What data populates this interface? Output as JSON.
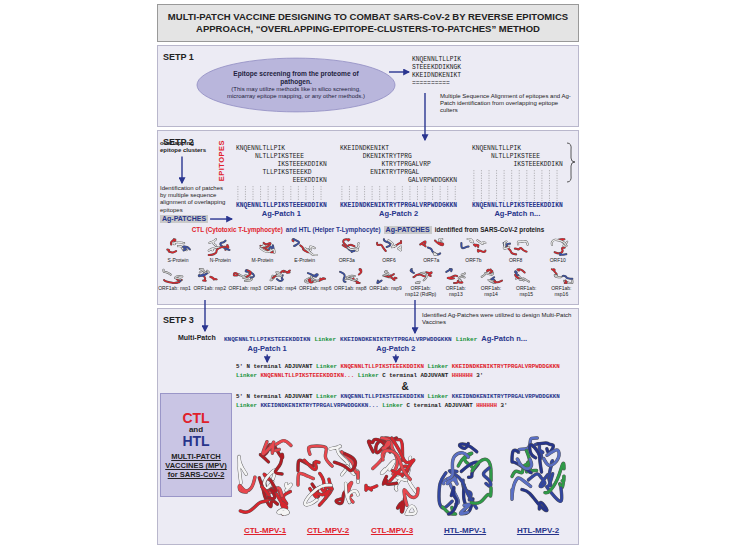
{
  "diagram": {
    "title": "MULTI-PATCH VACCINE DESIGNING TO COMBAT SARS-CoV-2 BY REVERSE EPITOMICS APPROACH, “OVERLAPPING-EPITOPE-CLUSTERS-TO-PATCHES” METHOD",
    "nodes": [
      {
        "text": [
          "SETP 1"
        ]
      },
      {
        "text": [
          "Epitope screening from the proteome of pathogen.",
          "(This may utilize methods like in silico screening, microarray epitope mapping, or any other methods.)"
        ],
        "in": 0
      },
      {
        "text": [
          "SETP 2"
        ]
      },
      {
        "text": [
          "SETP 3"
        ]
      },
      {
        "text": [
          "CTL",
          "and",
          "HTL",
          "MULTI-PATCH VACCINES (MPV) for SARS-CoV-2"
        ],
        "in": 3
      }
    ],
    "labels": [
      "KNQENNLTLLPIK",
      "STEEEKDDIKNGK",
      "KKEIDNDKENIKT",
      "==========",
      "Multiple Sequence Alignment of epitopes and Ag-Patch identification from overlapping epitope culters",
      "overlapping epitope clusters",
      "EPITOPES",
      "KNQENNLTLLPIK",
      "NLTLLPIKSTEEE",
      "IKSTEEEKDDIKN",
      "TLLPIKSTEEEKD",
      "EEEKDDIKN",
      "KKEIDNDKENIKT",
      "DKENIKTRYTPRG",
      "KTRYTPRGALVRP",
      "ENIKTRYTPRGAL",
      "GALVRPWDDGKKN",
      "KNQENNLTLLPIK",
      "NLTLLPIKSTEEE",
      "IKSTEEEKDDIKN",
      "KNQENNLTLLPIKSTEEEKDDIKN",
      "KKEIDNDKENIKTRYTPRGALVRPWDDGKKN",
      "KNQENNLTLLPIKSTEEEKDDIKN",
      "Identification of patches by multiple sequence alignment of overlapping epitopes",
      "Ag-PATCHES",
      "Ag-Patch 1",
      "Ag-Patch 2",
      "Ag-Patch n...",
      "CTL (Cytotoxic T-Lymphocyte)",
      "and HTL (Helper T-Lymphocyte)",
      "Ag-PATCHES",
      "identified from SARS-CoV-2 proteins",
      "S-Protein",
      "N-Protein",
      "M-Protein",
      "E-Protein",
      "ORF3a",
      "ORF6",
      "ORF7a",
      "ORF7b",
      "ORF8",
      "ORF10",
      "ORF1ab: nsp1",
      "ORF1ab: nsp2",
      "ORF1ab: nsp3",
      "ORF1ab: nsp4",
      "ORF1ab: nsp6",
      "ORF1ab: nsp8",
      "ORF1ab: nsp9",
      "ORF1ab: nsp12 (RdRp)",
      "ORF1ab: nsp13",
      "ORF1ab: nsp14",
      "ORF1ab: nsp15",
      "ORF1ab: nsp16",
      "Identified Ag-Patches were utilized to design Multi-Patch Vaccines",
      "Multi-Patch",
      "KNQENNLTLLPIKSTEEEKDDIKN",
      "Linker",
      "KKEIDNDKENIKTRYTPRGALVRPWDDGKKN",
      "Linker",
      "Ag-Patch n...",
      "Ag-Patch 1",
      "Ag-Patch 2",
      "5' N terminal ADJUVANT",
      "Linker",
      "KNQENNLTLLPIKSTEEEKDDIKN",
      "Linker",
      "KKEIDNDKENIKTRYTPRGALVRPWDDGKKN",
      "Linker",
      "KNQENNLTLLPIKSTEEEKDDIKN...",
      "Linker",
      "C terminal ADJUVANT",
      "HHHHHH",
      "3'",
      "&",
      "5' N terminal ADJUVANT",
      "Linker",
      "KNQENNLTLLPIKSTEEEKDDIKN",
      "Linker",
      "KKEIDNDKENIKTRYTPRGALVRPWDDGKKN",
      "Linker",
      "KKEIDNDKENIKTRYTPRGALVRPWDDGKKN...",
      "Linker",
      "C terminal ADJUVANT",
      "HHHHHH",
      "3'",
      "CTL-MPV-1",
      "CTL-MPV-2",
      "CTL-MPV-3",
      "HTL-MPV-1",
      "HTL-MPV-2"
    ]
  }
}
